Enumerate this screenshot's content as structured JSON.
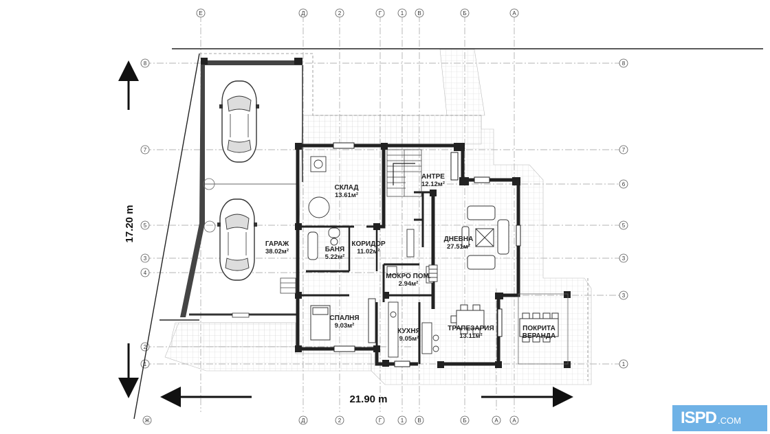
{
  "rooms": {
    "garage": {
      "name": "ГАРАЖ",
      "area": "38.02м²"
    },
    "storage": {
      "name": "СКЛАД",
      "area": "13.61м²"
    },
    "entry": {
      "name": "АНТРЕ",
      "area": "12.12м²"
    },
    "living": {
      "name": "ДНЕВНА",
      "area": "27.51м²"
    },
    "bath": {
      "name": "БАНЯ",
      "area": "5.22м²"
    },
    "corridor": {
      "name": "КОРИДОР",
      "area": "11.02м²"
    },
    "utility": {
      "name": "МОКРО ПОМ.",
      "area": "2.94м²"
    },
    "bedroom": {
      "name": "СПАЛНЯ",
      "area": "9.03м²"
    },
    "kitchen": {
      "name": "КУХНЯ",
      "area": "9.05м²"
    },
    "dining": {
      "name": "ТРАПЕЗАРИЯ",
      "area": "13.11м²"
    },
    "veranda": {
      "name_line1": "ПОКРИТА",
      "name_line2": "ВЕРАНДА"
    }
  },
  "dimensions": {
    "width": "21.90 m",
    "height": "17.20 m"
  },
  "axes": {
    "top": [
      "Е",
      "Д",
      "2",
      "Г",
      "1",
      "В",
      "Б",
      "А"
    ],
    "bottom": [
      "Д",
      "2",
      "Г",
      "1",
      "В",
      "Б",
      "А",
      "А"
    ],
    "left": [
      "8",
      "7",
      "5",
      "3",
      "4",
      "2",
      "1"
    ],
    "right": [
      "8",
      "7",
      "6",
      "5",
      "3",
      "3",
      "1"
    ],
    "corner": "Ж"
  },
  "logo": {
    "mark": "ISPD",
    "domain": ".COM"
  },
  "colors": {
    "wall": "#222222",
    "grid": "#cfcfcf",
    "logo": "#6fb2e6"
  }
}
